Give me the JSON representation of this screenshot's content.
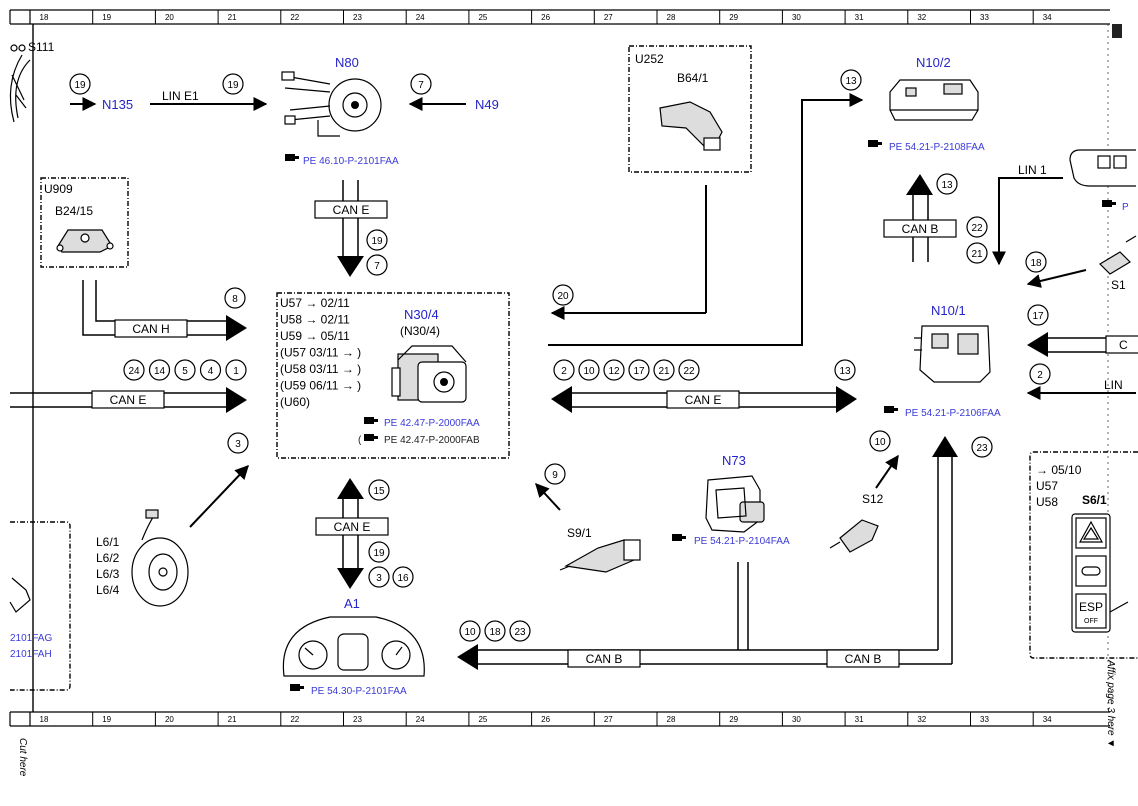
{
  "ruler": {
    "top_numbers": [
      "18",
      "19",
      "20",
      "21",
      "22",
      "23",
      "24",
      "25",
      "26",
      "27",
      "28",
      "29",
      "30",
      "31",
      "32",
      "33",
      "34"
    ],
    "bottom_numbers": [
      "18",
      "19",
      "20",
      "21",
      "22",
      "23",
      "24",
      "25",
      "26",
      "27",
      "28",
      "29",
      "30",
      "31",
      "32",
      "33",
      "34"
    ]
  },
  "side_text": {
    "cut_here": "Cut here",
    "affix": "Affix page 3 here ▼"
  },
  "components": {
    "s111": "S111",
    "n80": "N80",
    "n135": "N135",
    "n49": "N49",
    "lin_e1": "LIN E1",
    "n80_ref": "PE 46.10-P-2101FAA",
    "u252": "U252",
    "b64_1": "B64/1",
    "n10_2": "N10/2",
    "n10_2_ref": "PE 54.21-P-2108FAA",
    "lin1": "LIN 1",
    "right_ref_fragment": "P",
    "u909": "U909",
    "b24_15": "B24/15",
    "s1_fragment": "S1",
    "c_fragment": "C",
    "lin_fragment": "LIN",
    "n10_1": "N10/1",
    "n10_1_ref": "PE 54.21-P-2106FAA",
    "n30_4": "N30/4",
    "n30_4_paren": "(N30/4)",
    "n30_4_ref1": "PE 42.47-P-2000FAA",
    "n30_4_ref2": "PE 42.47-P-2000FAB",
    "n30_4_codes": [
      "U57 → 02/11",
      "U58 → 02/11",
      "U59 → 05/11",
      "(U57  03/11 → )",
      "(U58  03/11 → )",
      "(U59  06/11 → )",
      "(U60)"
    ],
    "l6": [
      "L6/1",
      "L6/2",
      "L6/3",
      "L6/4"
    ],
    "left_ref1": "2101FAG",
    "left_ref2": "2101FAH",
    "s9_1": "S9/1",
    "n73": "N73",
    "n73_ref": "PE 54.21-P-2104FAA",
    "s12": "S12",
    "a1": "A1",
    "a1_ref": "PE 54.30-P-2101FAA",
    "s6_codes": [
      "→ 05/10",
      "U57",
      "U58"
    ],
    "s6_1": "S6/1",
    "esp": "ESP",
    "esp_off": "OFF"
  },
  "buses": {
    "can_e_top": "CAN E",
    "can_h": "CAN H",
    "can_e_left": "CAN E",
    "can_b_right": "CAN B",
    "can_e_mid": "CAN E",
    "can_e_bottom": "CAN E",
    "can_b_bottom_left": "CAN B",
    "can_b_bottom_right": "CAN B"
  },
  "circle_numbers": {
    "n135_in": "19",
    "n80_in": "19",
    "n49_out": "7",
    "can_e_top_a": "19",
    "can_e_top_b": "7",
    "can_h": "8",
    "can_e_left": [
      "24",
      "14",
      "5",
      "4",
      "1"
    ],
    "l6_arrow": "3",
    "from_b64": "20",
    "to_n10_2": "13",
    "can_b_right_a": "13",
    "can_b_right_b": "22",
    "can_b_right_c": "21",
    "mid_bus_left": [
      "2",
      "10",
      "12",
      "17",
      "21",
      "22"
    ],
    "mid_bus_right": "13",
    "from_s1": "18",
    "from_c": "17",
    "from_lin": "2",
    "s9_1": "9",
    "s12": "10",
    "to_n10_1": "23",
    "can_e_bottom_a": "15",
    "can_e_bottom_b": "19",
    "can_e_bottom_c": "3",
    "can_e_bottom_d": "16",
    "can_b_bottom": [
      "10",
      "18",
      "23"
    ]
  }
}
